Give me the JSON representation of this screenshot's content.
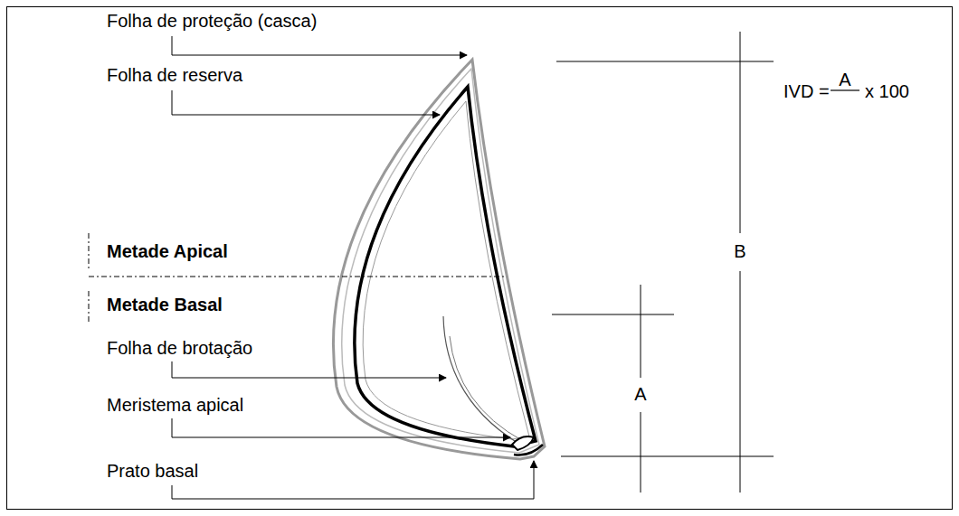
{
  "diagram": {
    "labels": [
      "Folha de proteção (casca)",
      "Folha de reserva",
      "Metade Apical",
      "Metade Basal",
      "Folha de brotação",
      "Meristema apical",
      "Prato basal",
      "IVD =",
      "A",
      "x 100",
      "B",
      "A"
    ]
  }
}
